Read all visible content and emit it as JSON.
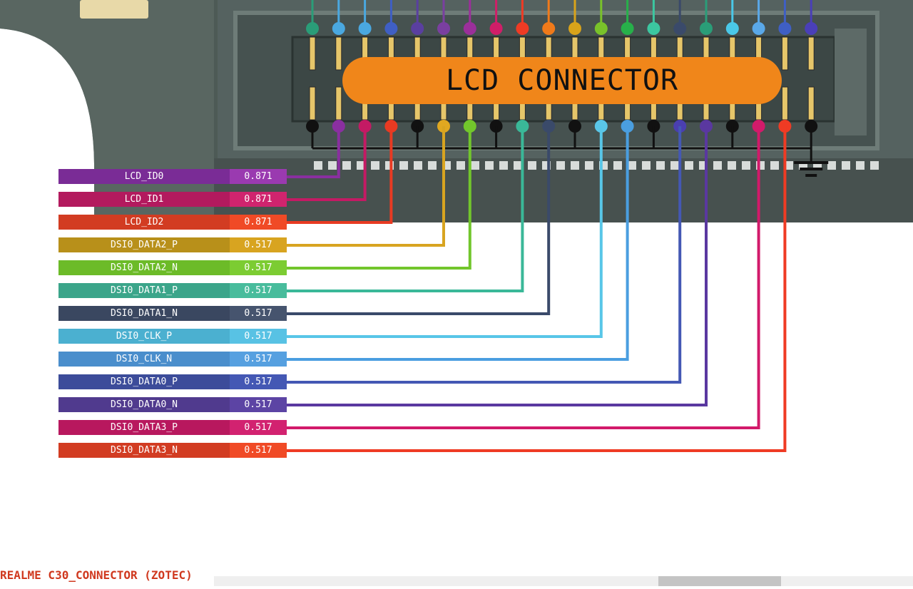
{
  "connector": {
    "title": "LCD CONNECTOR",
    "top_pin_colors": [
      "#2a9d78",
      "#4aa8e0",
      "#4aa8e0",
      "#3f5fc4",
      "#5a3fa0",
      "#7a3fa0",
      "#9b2f9a",
      "#d01e68",
      "#ef3b24",
      "#f07a1a",
      "#d9a31a",
      "#79c22a",
      "#27b04a",
      "#3cc7a0",
      "#3a4a6a",
      "#2a9d78",
      "#4ac8e8",
      "#5aa8e8",
      "#3f5fc4",
      "#4a3fb8"
    ],
    "bottom_pin_colors": [
      "#111111",
      "#8a2fa0",
      "#c41a64",
      "#e83a22",
      "#111111",
      "#e0a820",
      "#72c62c",
      "#111111",
      "#3ab898",
      "#3a4a6a",
      "#111111",
      "#5ac6e8",
      "#4a9ee0",
      "#111111",
      "#4a3fb0",
      "#5a38a0",
      "#111111",
      "#d21a6a",
      "#ef3b24",
      "#111111"
    ],
    "ground_symbol": "ground-icon"
  },
  "nets": [
    {
      "label": "LCD_ID0",
      "value": "0.871",
      "label_color": "#7a2c96",
      "value_color": "#9a3ab0"
    },
    {
      "label": "LCD_ID1",
      "value": "0.871",
      "label_color": "#b31a5e",
      "value_color": "#d0246e"
    },
    {
      "label": "LCD_ID2",
      "value": "0.871",
      "label_color": "#d23c22",
      "value_color": "#f04a26"
    },
    {
      "label": "DSI0_DATA2_P",
      "value": "0.517",
      "label_color": "#b8901a",
      "value_color": "#d8a420"
    },
    {
      "label": "DSI0_DATA2_N",
      "value": "0.517",
      "label_color": "#6cbb28",
      "value_color": "#7ccc32"
    },
    {
      "label": "DSI0_DATA1_P",
      "value": "0.517",
      "label_color": "#3ba58a",
      "value_color": "#48bc9c"
    },
    {
      "label": "DSI0_DATA1_N",
      "value": "0.517",
      "label_color": "#3a4760",
      "value_color": "#46546e"
    },
    {
      "label": "DSI0_CLK_P",
      "value": "0.517",
      "label_color": "#4bb0d0",
      "value_color": "#58c2e4"
    },
    {
      "label": "DSI0_CLK_N",
      "value": "0.517",
      "label_color": "#4a8ecc",
      "value_color": "#56a0e0"
    },
    {
      "label": "DSI0_DATA0_P",
      "value": "0.517",
      "label_color": "#3c4c9a",
      "value_color": "#4458b4"
    },
    {
      "label": "DSI0_DATA0_N",
      "value": "0.517",
      "label_color": "#503a8e",
      "value_color": "#5c44a4"
    },
    {
      "label": "DSI0_DATA3_P",
      "value": "0.517",
      "label_color": "#b8185e",
      "value_color": "#d22270"
    },
    {
      "label": "DSI0_DATA3_N",
      "value": "0.517",
      "label_color": "#d23c22",
      "value_color": "#f04a26"
    }
  ],
  "trace_colors": [
    "#8a2fa0",
    "#c41a64",
    "#e83a22",
    "#d8a420",
    "#72c62c",
    "#3ab898",
    "#3a4a6a",
    "#58c6e8",
    "#4a9ee0",
    "#4458b4",
    "#5a38a0",
    "#d21a6a",
    "#ef3b24"
  ],
  "footer": {
    "title": "REALME C30_CONNECTOR (ZOTEC)"
  }
}
